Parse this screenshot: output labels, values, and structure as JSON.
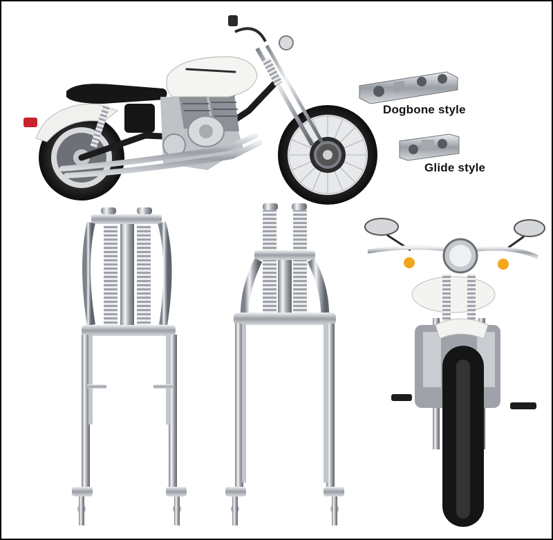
{
  "captions": {
    "dogbone": "Dogbone style",
    "glide": "Glide style"
  },
  "images": {
    "side_bike": "motorcycle-side-photo",
    "front_bike": "motorcycle-front-photo",
    "fork_a": "springer-fork-photo",
    "fork_b": "springer-fork-photo",
    "dogbone_part": "dogbone-riser-photo",
    "glide_part": "glide-riser-photo"
  },
  "colors": {
    "chrome": "#c9ccd0",
    "tank": "#f2f2f0",
    "tire": "#1a1a1a",
    "border": "#000000"
  }
}
